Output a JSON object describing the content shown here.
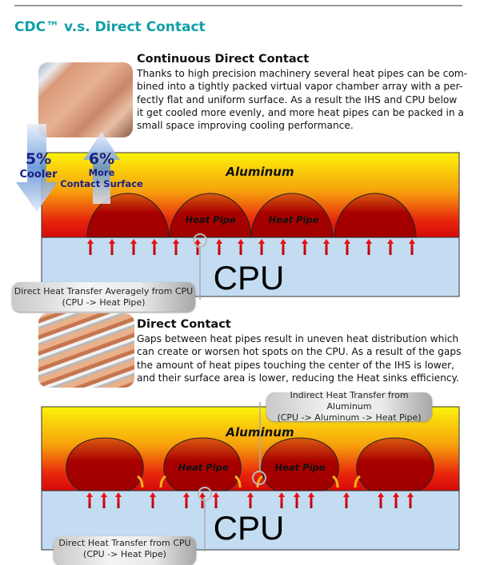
{
  "title": "CDC™ v.s. Direct Contact",
  "sections": [
    {
      "heading": "Continuous Direct Contact",
      "lines": [
        "Thanks to high precision machinery several heat pipes can be com-",
        "bined into a tightly packed virtual vapor chamber array with a per-",
        "fectly flat and uniform surface. As a result the IHS and CPU below",
        "it get cooled more evenly, and more heat pipes can be packed in a",
        "small space improving cooling performance."
      ]
    },
    {
      "heading": "Direct Contact",
      "lines": [
        "Gaps between heat pipes result in uneven heat distribution which",
        "can create or worsen hot spots on the CPU. As a result of the gaps",
        "the amount of heat pipes touching the center of the IHS is lower,",
        "and their surface area is lower, reducing the Heat sinks efficiency."
      ]
    }
  ],
  "diagram1": {
    "cooler_value": "5%",
    "cooler_label": "Cooler",
    "contact_value": "6%",
    "contact_label_1": "More",
    "contact_label_2": "Contact Surface",
    "aluminum": "Aluminum",
    "heat_pipe_1": "Heat Pipe",
    "heat_pipe_2": "Heat Pipe",
    "cpu": "CPU",
    "callout_line1": "Direct Heat Transfer Averagely from CPU",
    "callout_line2": "(CPU -> Heat Pipe)"
  },
  "diagram2": {
    "aluminum": "Aluminum",
    "heat_pipe_1": "Heat Pipe",
    "heat_pipe_2": "Heat Pipe",
    "cpu": "CPU",
    "indirect_line1": "Indirect Heat Transfer from Aluminum",
    "indirect_line2": "(CPU -> Aluminum -> Heat Pipe)",
    "direct_line1": "Direct Heat Transfer from CPU",
    "direct_line2": "(CPU -> Heat Pipe)"
  },
  "colors": {
    "title": "#10a0a6",
    "cpu": "#c3dcf2",
    "pipe": "#a80000",
    "arrow": "#e00010",
    "badge_text": "#1a1f8a"
  }
}
